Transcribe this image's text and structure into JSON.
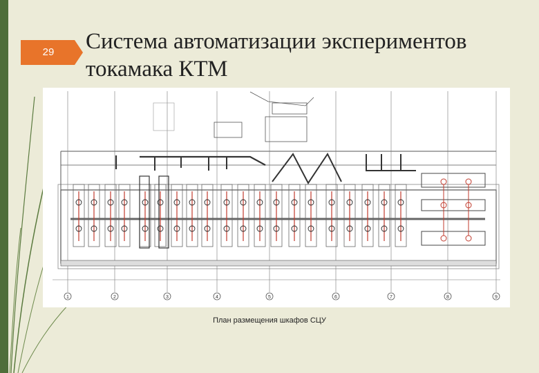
{
  "slide": {
    "number": "29",
    "title": "Система автоматизации экспериментов токамака КТМ",
    "caption": "План размещения шкафов СЦУ",
    "accent_color": "#e8742a",
    "sidebar_color": "#4f6e3a",
    "background_color": "#ecebd8"
  },
  "drawing": {
    "axis_labels": [
      "1",
      "2",
      "3",
      "4",
      "5",
      "6",
      "7",
      "8",
      "9"
    ]
  }
}
